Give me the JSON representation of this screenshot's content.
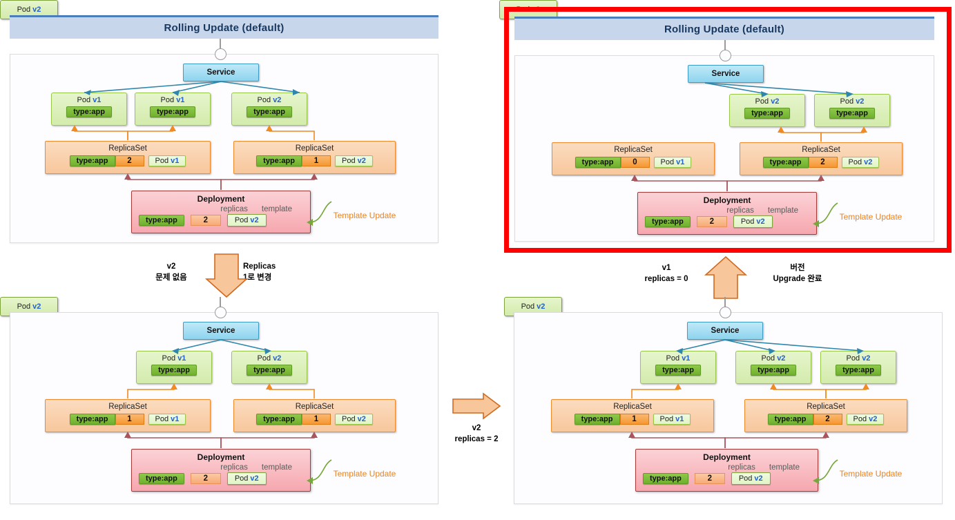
{
  "meta": {
    "title": "Rolling Update (default)",
    "highlight_color": "#ff0000",
    "accent_blue": "#4a7ebb",
    "header_bg": "#c7d6ea"
  },
  "labels": {
    "service": "Service",
    "replicaset": "ReplicaSet",
    "deployment": "Deployment",
    "type_app": "type:app",
    "replicas": "replicas",
    "template": "template",
    "pod": "Pod",
    "template_update": "Template\nUpdate",
    "v1": "v1",
    "v2": "v2"
  },
  "panels": [
    {
      "id": "top-left",
      "title": "Rolling Update (default)",
      "highlighted": false,
      "pods": [
        {
          "version": "v1",
          "tag": "type:app"
        },
        {
          "version": "v1",
          "tag": "type:app"
        },
        {
          "version": "v2",
          "tag": "type:app"
        }
      ],
      "replicasets": [
        {
          "name": "ReplicaSet",
          "tag": "type:app",
          "count": "2",
          "pod": "Pod",
          "version": "v1"
        },
        {
          "name": "ReplicaSet",
          "tag": "type:app",
          "count": "1",
          "pod": "Pod",
          "version": "v2"
        }
      ],
      "deployment": {
        "name": "Deployment",
        "tag": "type:app",
        "replicas_label": "replicas",
        "replicas_value": "2",
        "template_label": "template",
        "template_pod": "Pod",
        "template_version": "v2"
      },
      "callout": {
        "pod": "Pod",
        "version": "v2",
        "text": "Template\nUpdate"
      }
    },
    {
      "id": "top-right",
      "title": "Rolling Update (default)",
      "highlighted": true,
      "pods": [
        {
          "version": "v2",
          "tag": "type:app"
        },
        {
          "version": "v2",
          "tag": "type:app"
        }
      ],
      "replicasets": [
        {
          "name": "ReplicaSet",
          "tag": "type:app",
          "count": "0",
          "pod": "Pod",
          "version": "v1"
        },
        {
          "name": "ReplicaSet",
          "tag": "type:app",
          "count": "2",
          "pod": "Pod",
          "version": "v2"
        }
      ],
      "deployment": {
        "name": "Deployment",
        "tag": "type:app",
        "replicas_label": "replicas",
        "replicas_value": "2",
        "template_label": "template",
        "template_pod": "Pod",
        "template_version": "v2"
      },
      "callout": {
        "pod": "Pod",
        "version": "v2",
        "text": "Template\nUpdate"
      }
    },
    {
      "id": "bottom-left",
      "title": "",
      "highlighted": false,
      "pods": [
        {
          "version": "v1",
          "tag": "type:app"
        },
        {
          "version": "v2",
          "tag": "type:app"
        }
      ],
      "replicasets": [
        {
          "name": "ReplicaSet",
          "tag": "type:app",
          "count": "1",
          "pod": "Pod",
          "version": "v1"
        },
        {
          "name": "ReplicaSet",
          "tag": "type:app",
          "count": "1",
          "pod": "Pod",
          "version": "v2"
        }
      ],
      "deployment": {
        "name": "Deployment",
        "tag": "type:app",
        "replicas_label": "replicas",
        "replicas_value": "2",
        "template_label": "template",
        "template_pod": "Pod",
        "template_version": "v2"
      },
      "callout": {
        "pod": "Pod",
        "version": "v2",
        "text": "Template\nUpdate"
      }
    },
    {
      "id": "bottom-right",
      "title": "",
      "highlighted": false,
      "pods": [
        {
          "version": "v1",
          "tag": "type:app"
        },
        {
          "version": "v2",
          "tag": "type:app"
        },
        {
          "version": "v2",
          "tag": "type:app"
        }
      ],
      "replicasets": [
        {
          "name": "ReplicaSet",
          "tag": "type:app",
          "count": "1",
          "pod": "Pod",
          "version": "v1"
        },
        {
          "name": "ReplicaSet",
          "tag": "type:app",
          "count": "2",
          "pod": "Pod",
          "version": "v2"
        }
      ],
      "deployment": {
        "name": "Deployment",
        "tag": "type:app",
        "replicas_label": "replicas",
        "replicas_value": "2",
        "template_label": "template",
        "template_pod": "Pod",
        "template_version": "v2"
      },
      "callout": {
        "pod": "Pod",
        "version": "v2",
        "text": "Template\nUpdate"
      }
    }
  ],
  "transitions": {
    "left_down": {
      "direction": "down",
      "left_text": "v2\n문제 없음",
      "right_text": "Replicas\n1로 변경"
    },
    "bottom_right_arrow": {
      "direction": "right",
      "text": "v2\nreplicas = 2"
    },
    "right_up": {
      "direction": "up",
      "left_text": "v1\nreplicas = 0",
      "right_text": "버전\nUpgrade 완료"
    }
  }
}
